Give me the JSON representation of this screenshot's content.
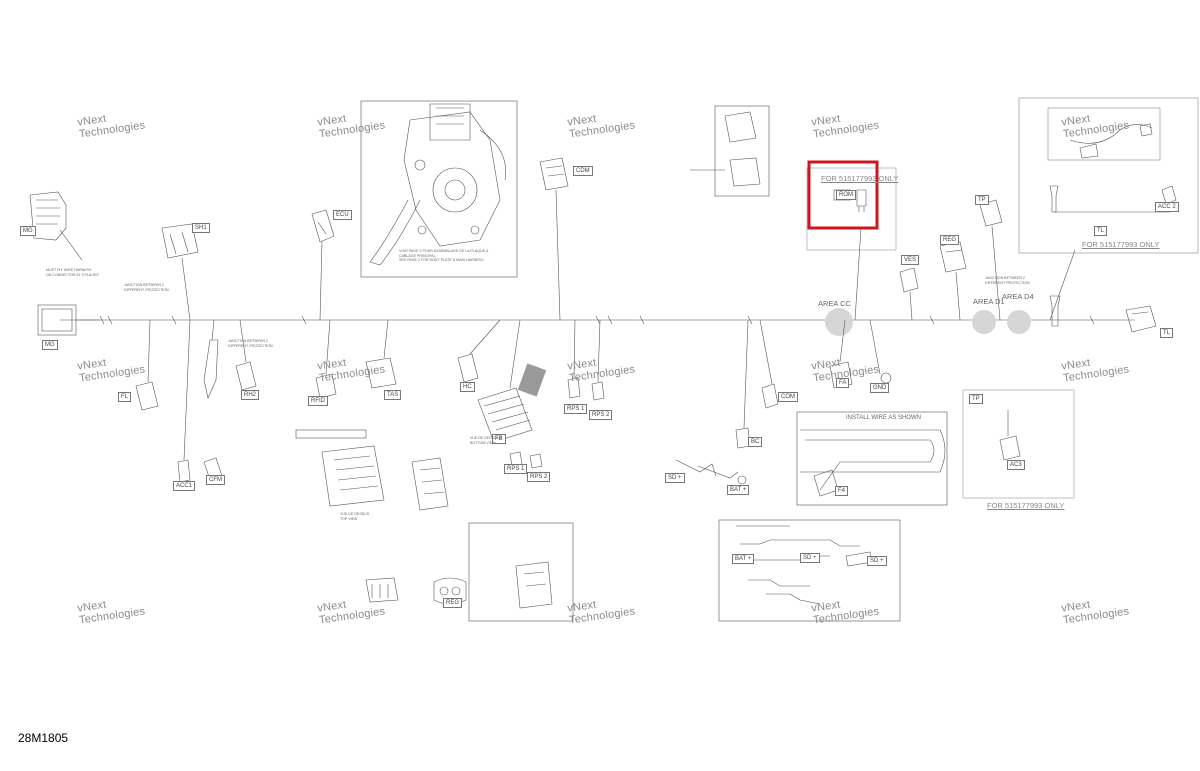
{
  "document_code": "28M1805",
  "watermark": {
    "line1": "vNext",
    "line2": "Technologies"
  },
  "colors": {
    "line": "#555555",
    "highlight": "#d0151d",
    "watermark": "#8a8a8a"
  },
  "connectors": {
    "mg_top": "MG",
    "mg": "MG",
    "sh1": "SH1",
    "ecu": "ECU",
    "cdm": "CDM",
    "rom": "ROM",
    "fl": "FL",
    "rh2": "RH2",
    "rfid": "RFID",
    "tas": "TAS",
    "hc": "HC",
    "fb": "FB",
    "rps1_top": "RPS 1",
    "rps2_top": "RPS 2",
    "rps1": "RPS 1",
    "rps2": "RPS 2",
    "acc1": "ACC1",
    "cfm": "CFM",
    "reg": "REG",
    "sd_left": "SD +",
    "bat_top": "BAT +",
    "bat": "BAT +",
    "sd_mid": "SD +",
    "sd_right": "SD +",
    "com": "COM",
    "bc": "BC",
    "gnd": "GND",
    "fa": "FA",
    "f4": "F4",
    "ves": "VES",
    "reg2": "REG",
    "tp_top": "TP",
    "tp": "TP",
    "tl_box": "TL",
    "acc2": "ACC 2",
    "tl": "TL",
    "ac3": "AC3"
  },
  "areas": {
    "area_c": "AREA CC",
    "area_d1": "AREA D1",
    "area_d4": "AREA D4"
  },
  "notes": {
    "for_only_1": "FOR 515177993 ONLY",
    "for_only_2": "FOR 515177993 ONLY",
    "for_only_3": "FOR 515177993 ONLY",
    "install_wire": "INSTALL WIRE AS SHOWN",
    "junction_note_1": "JUNCTION BETWEEN 2\nDIFFERENT PROTECTION",
    "junction_note_2": "JUNCTION BETWEEN 2\nDIFFERENT PROTECTION",
    "junction_note_3": "JUNCTION BETWEEN 2\nDIFFERENT PROTECTION",
    "must_fix": "MUST FIX WIRE HARNESS\nON CONNECTOR AT 3 PLACES",
    "plate_note": "VOIR PAGE 2 POUR ASSEMBLAGE DE LA PLAQUE &\nCABLAGE PRINCIPAL\nSEE PAGE 2 FOR BODY PLATE & MAIN HARNESS",
    "view_a": "VUE DE DESSUS\nTOP VIEW",
    "view_b": "VUE DE DESSOUS\nBOTTOM VIEW"
  }
}
